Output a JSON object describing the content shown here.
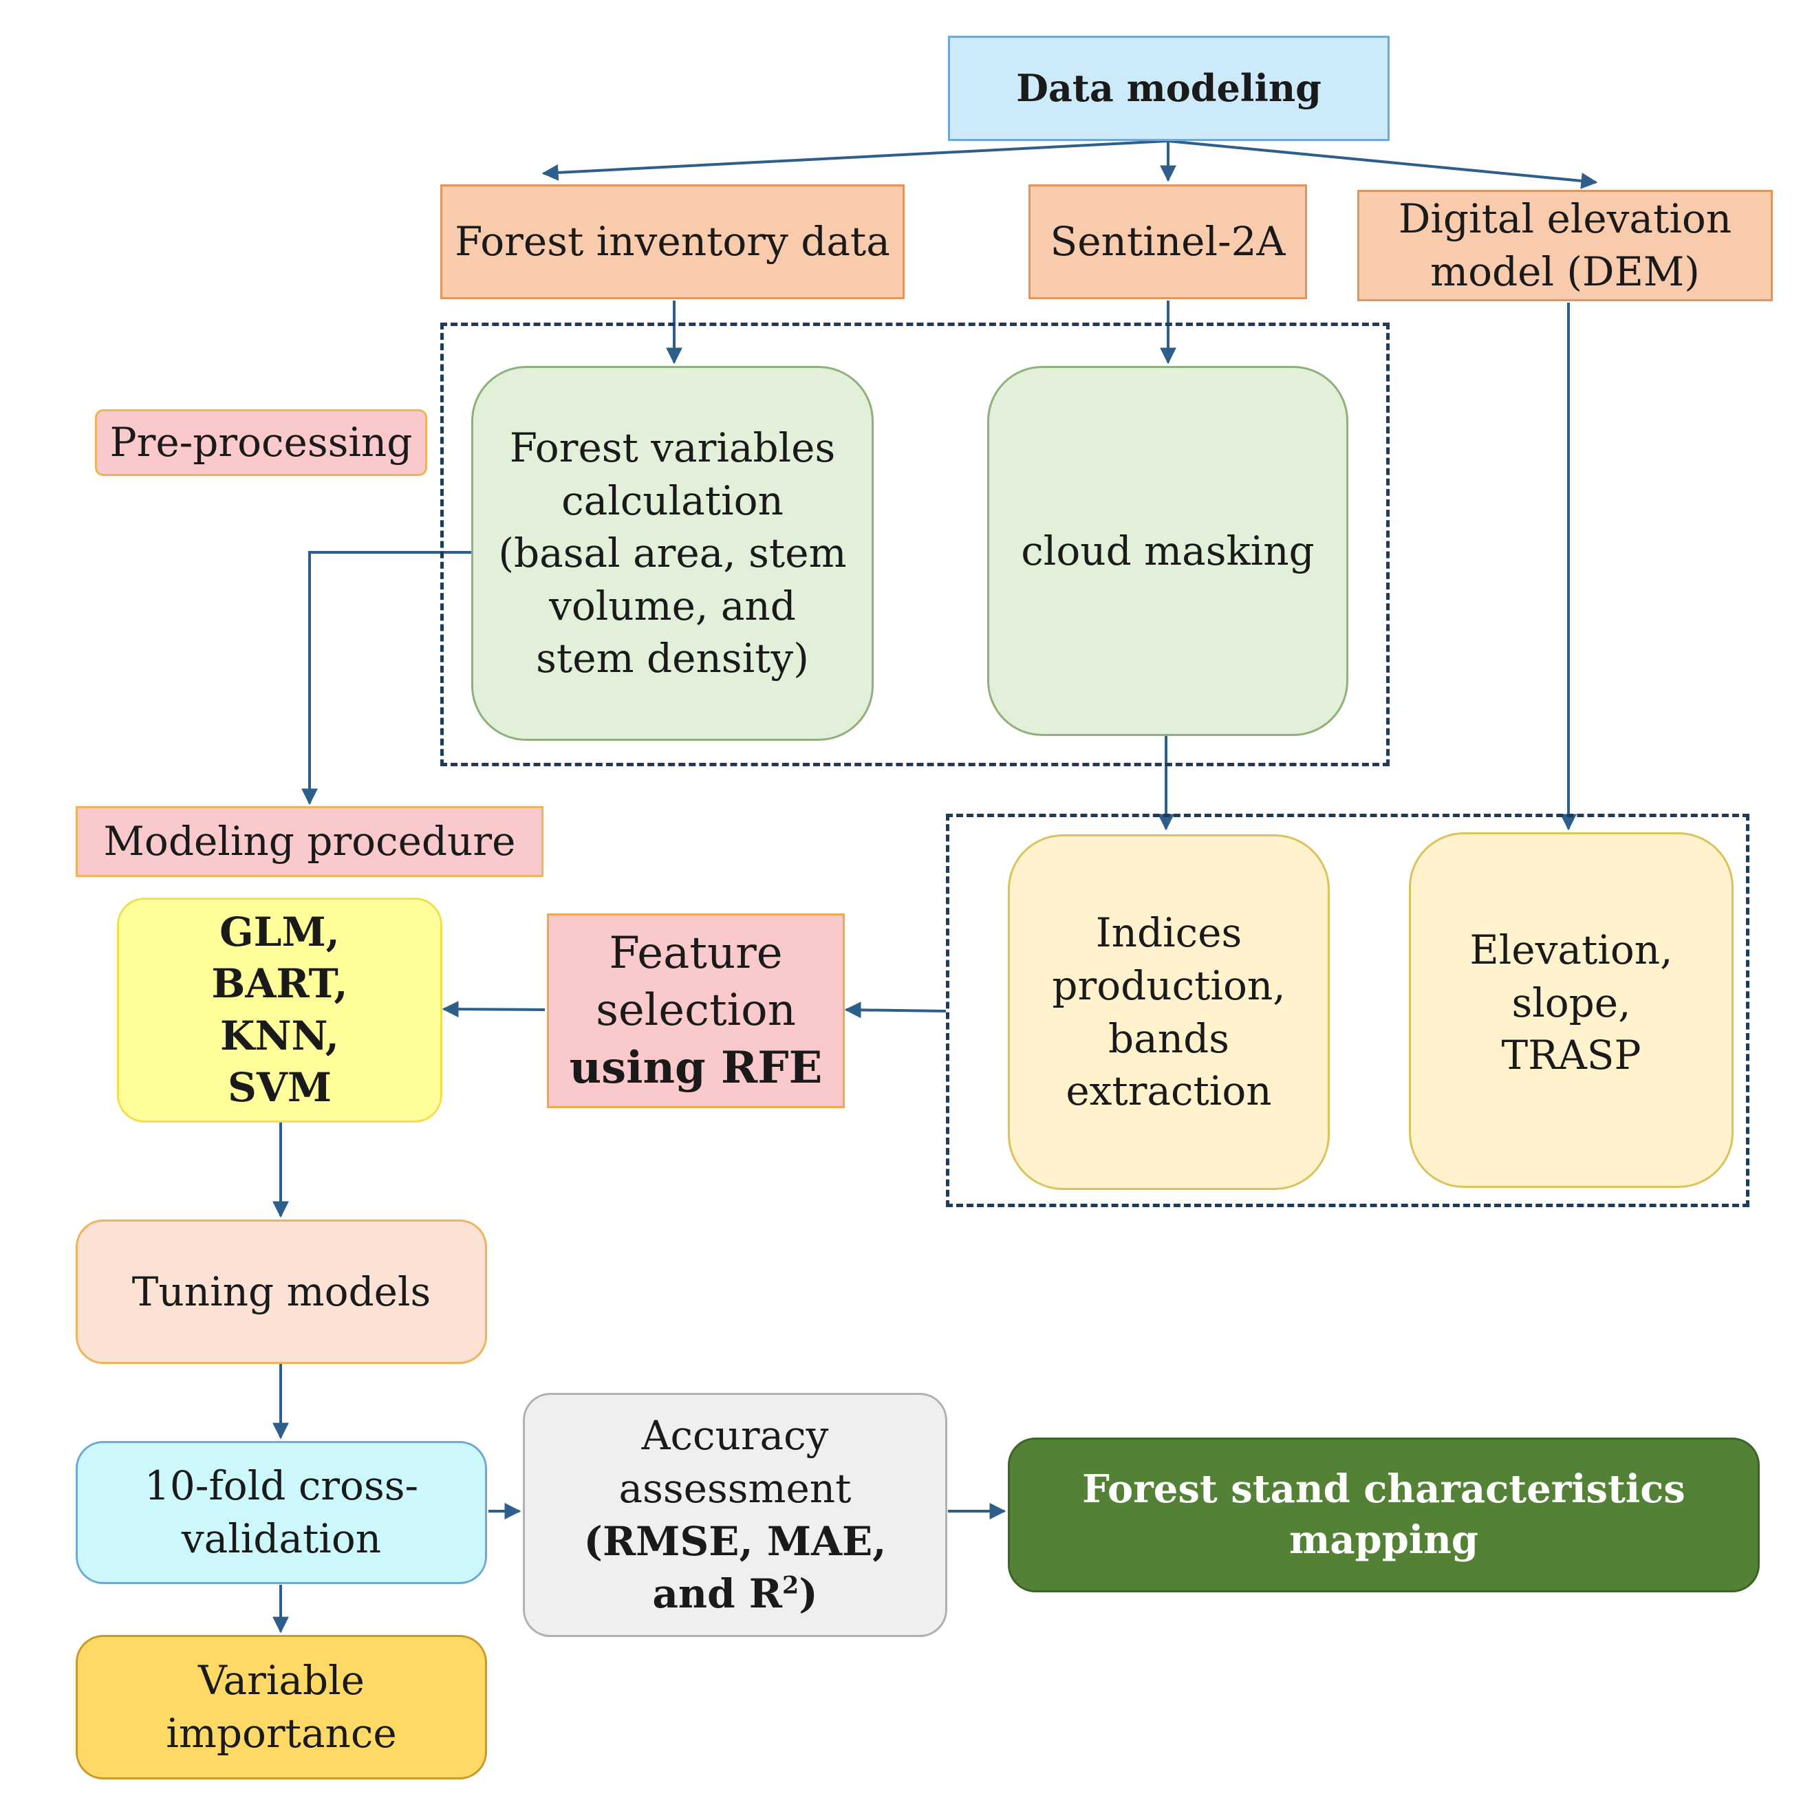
{
  "diagram": {
    "data_modeling": "Data modeling",
    "forest_inventory": "Forest inventory data",
    "sentinel": "Sentinel-2A",
    "dem": "Digital elevation model (DEM)",
    "pre_processing": "Pre-processing",
    "forest_variables": [
      "Forest variables",
      "calculation",
      "(basal area, stem",
      "volume, and",
      "stem density)"
    ],
    "cloud_masking": "cloud masking",
    "modeling_procedure": "Modeling procedure",
    "models": [
      "GLM,",
      "BART,",
      "KNN,",
      "SVM"
    ],
    "feature_selection": [
      "Feature",
      "selection",
      "using RFE"
    ],
    "indices": [
      "Indices",
      "production,",
      "bands",
      "extraction"
    ],
    "elevation": [
      "Elevation,",
      "slope,",
      "TRASP"
    ],
    "tuning": "Tuning models",
    "cross_validation": [
      "10-fold cross-",
      "validation"
    ],
    "accuracy": [
      "Accuracy",
      "assessment",
      "(RMSE, MAE,",
      "and R"
    ],
    "accuracy_sup": "2",
    "accuracy_close": ")",
    "variable_importance": [
      "Variable",
      "importance"
    ],
    "mapping": [
      "Forest stand characteristics",
      "mapping"
    ]
  },
  "colors": {
    "light_blue": "#cdeafb",
    "salmon": "#f8cbad",
    "pink": "#f9c9cc",
    "light_green": "#e2efd9",
    "light_yellow": "#fff2cc",
    "yellow": "#fffe9a",
    "peach": "#fbe2d5",
    "cyan": "#ccf8fc",
    "gray": "#efefef",
    "gold": "#ffd966",
    "dark_green": "#538135",
    "arrow": "#2e5f8a"
  }
}
